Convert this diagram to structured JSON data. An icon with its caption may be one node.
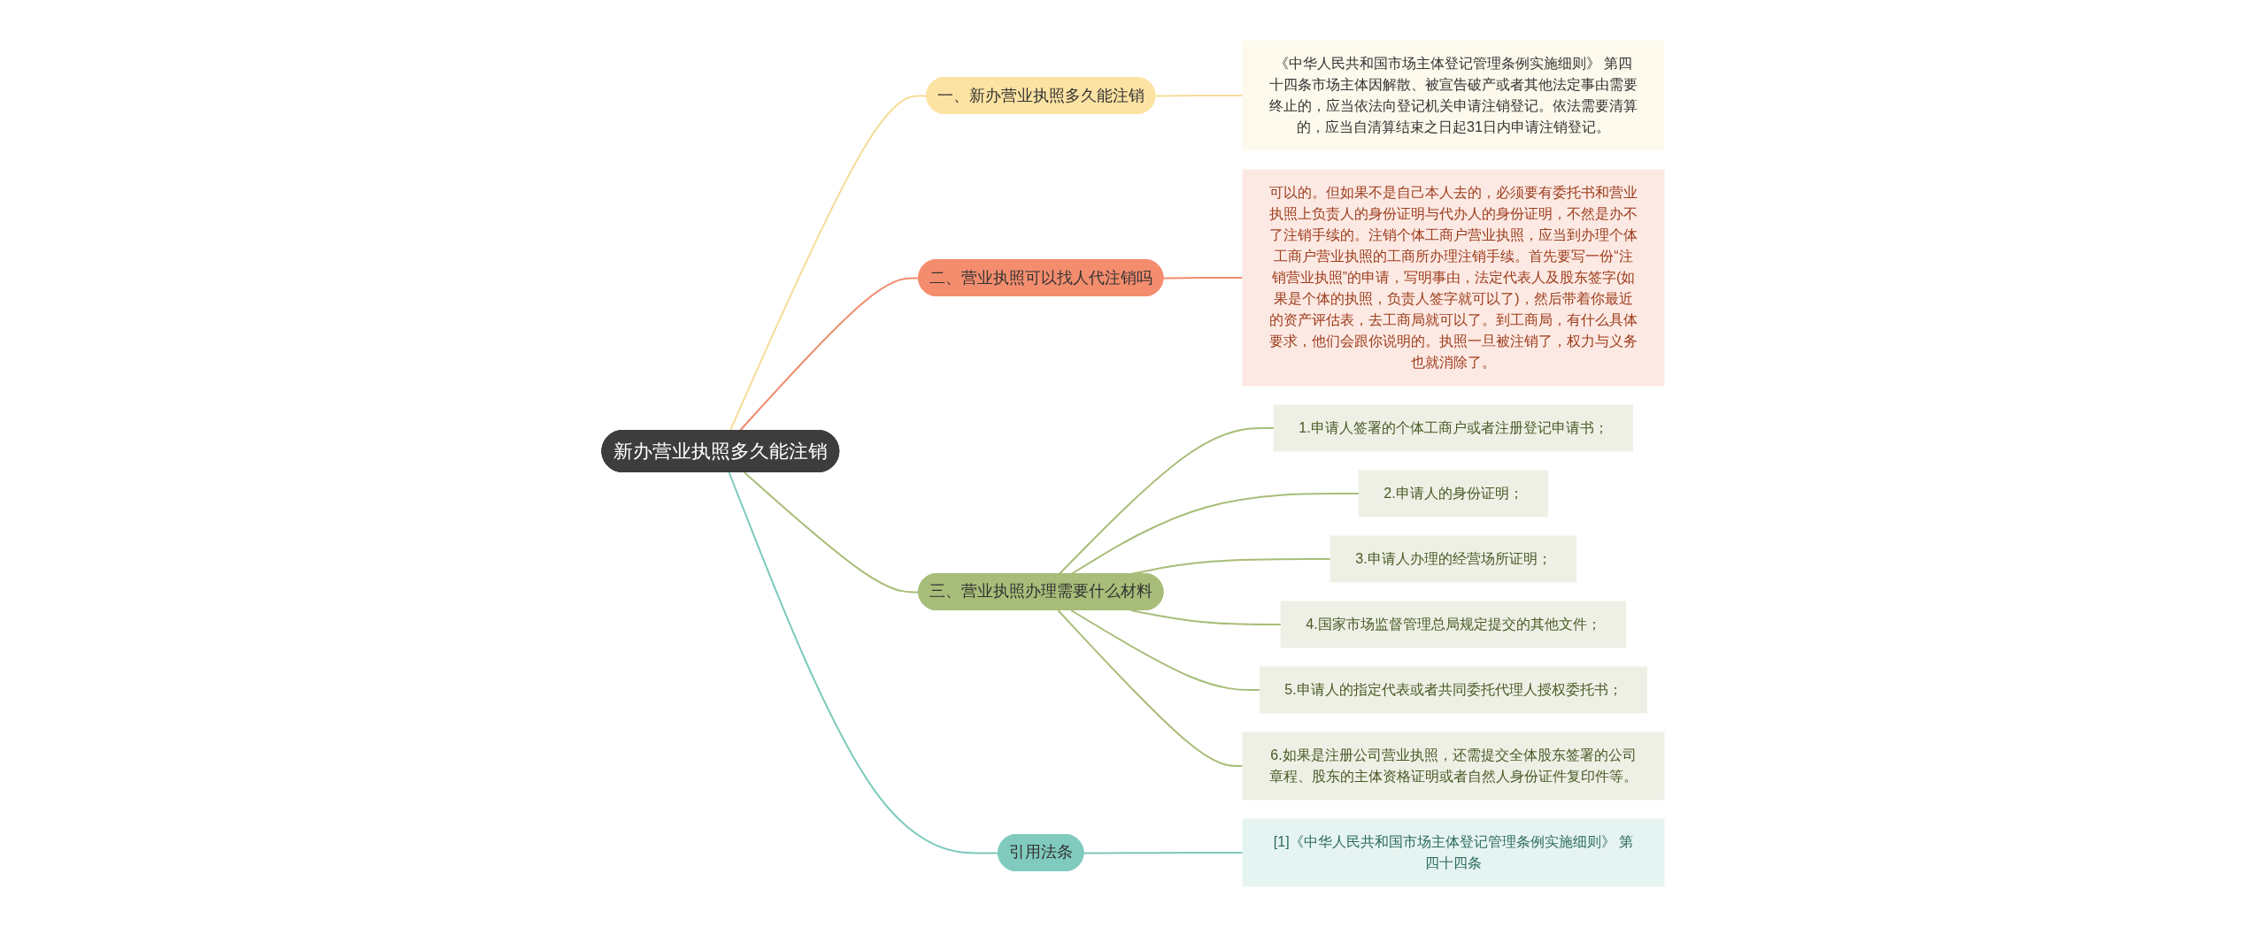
{
  "diagram": {
    "nodes": [
      {
        "text": [
          "新办营业执照多久能注销"
        ]
      },
      {
        "text": [
          "一、新办营业执照多久能注销"
        ]
      },
      {
        "text": [
          "《中华人民共和国市场主体登记管理条例实施细则》 第四十四条市场主体因解散、被宣告破产或者其他法定事由需要终止的，应当依法向登记机关申请注销登记。依法需要清算的，应当自清算结束之日起31日内申请注销登记。"
        ]
      },
      {
        "text": [
          "二、营业执照可以找人代注销吗"
        ]
      },
      {
        "text": [
          "可以的。但如果不是自己本人去的，必须要有委托书和营业执照上负责人的身份证明与代办人的身份证明，不然是办不了注销手续的。注销个体工商户营业执照，应当到办理个体工商户营业执照的工商所办理注销手续。首先要写一份“注销营业执照”的申请，写明事由，法定代表人及股东签字(如果是个体的执照，负责人签字就可以了)，然后带着你最近的资产评估表，去工商局就可以了。到工商局，有什么具体要求，他们会跟你说明的。执照一旦被注销了，权力与义务也就消除了。"
        ]
      },
      {
        "text": [
          "三、营业执照办理需要什么材料"
        ]
      },
      {
        "text": [
          "1.申请人签署的个体工商户或者注册登记申请书；"
        ]
      },
      {
        "text": [
          "2.申请人的身份证明；"
        ]
      },
      {
        "text": [
          "3.申请人办理的经营场所证明；"
        ]
      },
      {
        "text": [
          "4.国家市场监督管理总局规定提交的其他文件；"
        ]
      },
      {
        "text": [
          "5.申请人的指定代表或者共同委托代理人授权委托书；"
        ]
      },
      {
        "text": [
          "6.如果是注册公司营业执照，还需提交全体股东签署的公司章程、股东的主体资格证明或者自然人身份证件复印件等。"
        ]
      },
      {
        "text": [
          "引用法条"
        ]
      },
      {
        "text": [
          "[1]《中华人民共和国市场主体登记管理条例实施细则》 第四十四条"
        ]
      }
    ],
    "edges": [
      {
        "from": 0,
        "to": 1,
        "arrow": "none",
        "color": "#f7dc9a"
      },
      {
        "from": 1,
        "to": 2,
        "arrow": "none",
        "color": "#f7dc9a"
      },
      {
        "from": 0,
        "to": 3,
        "arrow": "none",
        "color": "#ef8a6c"
      },
      {
        "from": 3,
        "to": 4,
        "arrow": "none",
        "color": "#ef8a6c"
      },
      {
        "from": 0,
        "to": 5,
        "arrow": "none"
      },
      {
        "from": 5,
        "to": 6,
        "arrow": "none"
      },
      {
        "from": 5,
        "to": 7,
        "arrow": "none"
      },
      {
        "from": 5,
        "to": 8,
        "arrow": "none"
      },
      {
        "from": 5,
        "to": 9,
        "arrow": "none"
      },
      {
        "from": 5,
        "to": 10,
        "arrow": "none"
      },
      {
        "from": 5,
        "to": 11,
        "arrow": "none"
      },
      {
        "from": 0,
        "to": 12,
        "arrow": "none",
        "color": "#7ccabb"
      },
      {
        "from": 12,
        "to": 13,
        "arrow": "none",
        "color": "#7ccabb"
      }
    ]
  }
}
